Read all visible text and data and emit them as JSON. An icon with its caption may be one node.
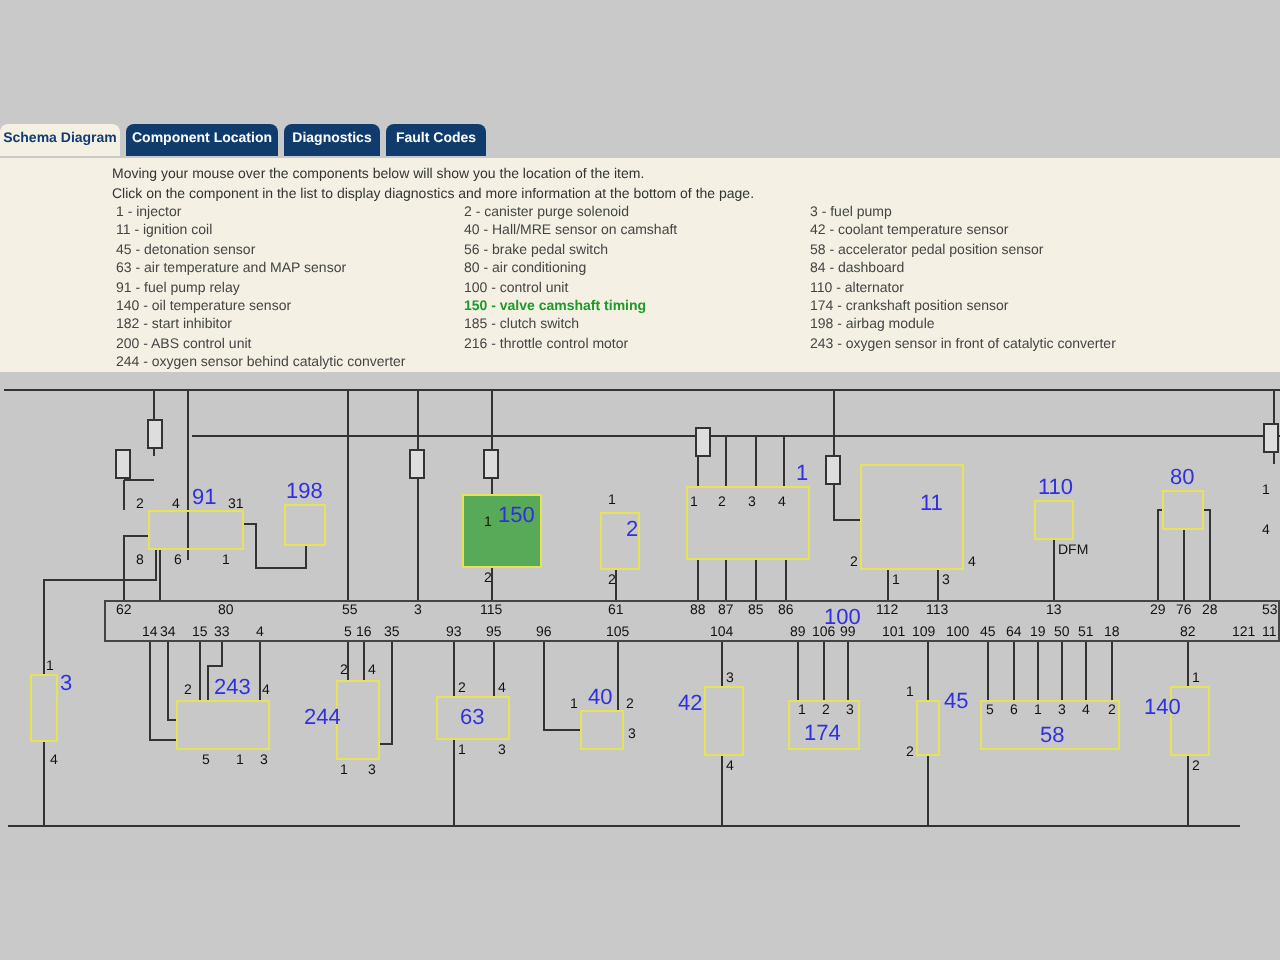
{
  "diagram": {
    "nodes": [
      {
        "text": [
          "91"
        ],
        "beside": [
          "2",
          "4",
          "31",
          "8",
          "6",
          "1"
        ]
      },
      {
        "text": [
          "198"
        ]
      },
      {
        "text": [
          "1",
          "150"
        ],
        "beside": [
          "2"
        ]
      },
      {
        "text": [
          "2"
        ],
        "beside": [
          "1",
          "2"
        ]
      },
      {
        "text": [
          "1",
          "1",
          "2",
          "3",
          "4"
        ]
      },
      {
        "text": [
          "11"
        ],
        "beside": [
          "2",
          "4",
          "1",
          "3"
        ]
      },
      {
        "text": [
          "110"
        ],
        "beside": [
          "DFM"
        ]
      },
      {
        "text": [
          "80"
        ]
      },
      {
        "text": [
          "100",
          "62",
          "80",
          "55",
          "3",
          "115",
          "61",
          "88",
          "87",
          "85",
          "86",
          "112",
          "113",
          "13",
          "29",
          "76",
          "28",
          "53",
          "14",
          "34",
          "15",
          "33",
          "4",
          "5",
          "16",
          "35",
          "93",
          "95",
          "96",
          "105",
          "104",
          "89",
          "106",
          "99",
          "101",
          "109",
          "100",
          "45",
          "64",
          "19",
          "50",
          "51",
          "18",
          "82",
          "121",
          "11"
        ]
      },
      {
        "text": [
          "3"
        ],
        "beside": [
          "1",
          "4"
        ]
      },
      {
        "text": [
          "243"
        ],
        "beside": [
          "2",
          "4",
          "5",
          "1",
          "3"
        ]
      },
      {
        "text": [
          "244"
        ],
        "beside": [
          "2",
          "4",
          "1",
          "3"
        ]
      },
      {
        "text": [
          "63"
        ],
        "beside": [
          "2",
          "4",
          "1",
          "3"
        ]
      },
      {
        "text": [
          "40"
        ],
        "beside": [
          "1",
          "2",
          "3"
        ]
      },
      {
        "text": [
          "42"
        ],
        "beside": [
          "3",
          "4"
        ]
      },
      {
        "text": [
          "174",
          "1",
          "2",
          "3"
        ]
      },
      {
        "text": [
          "45"
        ],
        "beside": [
          "1",
          "2"
        ]
      },
      {
        "text": [
          "58",
          "5",
          "6",
          "1",
          "3",
          "4",
          "2"
        ]
      },
      {
        "text": [
          "140"
        ],
        "beside": [
          "1",
          "2"
        ]
      }
    ],
    "edges": [
      {
        "from": 0,
        "to": 8,
        "arrow": "none"
      },
      {
        "from": 0,
        "to": 8,
        "arrow": "none"
      },
      {
        "from": 1,
        "to": 0,
        "arrow": "none"
      },
      {
        "from": 0,
        "to": 9,
        "arrow": "none"
      },
      {
        "from": 2,
        "to": 8,
        "arrow": "none"
      },
      {
        "from": 3,
        "to": 8,
        "arrow": "none"
      },
      {
        "from": 4,
        "to": 8,
        "arrow": "none"
      },
      {
        "from": 4,
        "to": 8,
        "arrow": "none"
      },
      {
        "from": 4,
        "to": 8,
        "arrow": "none"
      },
      {
        "from": 4,
        "to": 8,
        "arrow": "none"
      },
      {
        "from": 5,
        "to": 8,
        "arrow": "none"
      },
      {
        "from": 5,
        "to": 8,
        "arrow": "none"
      },
      {
        "from": 6,
        "to": 8,
        "arrow": "none"
      },
      {
        "from": 7,
        "to": 8,
        "arrow": "none"
      },
      {
        "from": 7,
        "to": 8,
        "arrow": "none"
      },
      {
        "from": 7,
        "to": 8,
        "arrow": "none"
      },
      {
        "from": 10,
        "to": 8,
        "arrow": "none"
      },
      {
        "from": 10,
        "to": 8,
        "arrow": "none"
      },
      {
        "from": 10,
        "to": 8,
        "arrow": "none"
      },
      {
        "from": 10,
        "to": 8,
        "arrow": "none"
      },
      {
        "from": 10,
        "to": 8,
        "arrow": "none"
      },
      {
        "from": 11,
        "to": 8,
        "arrow": "none"
      },
      {
        "from": 11,
        "to": 8,
        "arrow": "none"
      },
      {
        "from": 11,
        "to": 8,
        "arrow": "none"
      },
      {
        "from": 12,
        "to": 8,
        "arrow": "none"
      },
      {
        "from": 12,
        "to": 8,
        "arrow": "none"
      },
      {
        "from": 13,
        "to": 8,
        "arrow": "none"
      },
      {
        "from": 13,
        "to": 8,
        "arrow": "none"
      },
      {
        "from": 14,
        "to": 8,
        "arrow": "none"
      },
      {
        "from": 15,
        "to": 8,
        "arrow": "none"
      },
      {
        "from": 15,
        "to": 8,
        "arrow": "none"
      },
      {
        "from": 15,
        "to": 8,
        "arrow": "none"
      },
      {
        "from": 16,
        "to": 8,
        "arrow": "none"
      },
      {
        "from": 17,
        "to": 8,
        "arrow": "none"
      },
      {
        "from": 17,
        "to": 8,
        "arrow": "none"
      },
      {
        "from": 17,
        "to": 8,
        "arrow": "none"
      },
      {
        "from": 17,
        "to": 8,
        "arrow": "none"
      },
      {
        "from": 17,
        "to": 8,
        "arrow": "none"
      },
      {
        "from": 17,
        "to": 8,
        "arrow": "none"
      },
      {
        "from": 18,
        "to": 8,
        "arrow": "none"
      }
    ],
    "labels": [
      "Schema Diagram",
      "Component Location",
      "Diagnostics",
      "Fault Codes",
      "Moving your mouse over the components below will show you the location of the item.",
      "Click on the component in the list to display diagnostics and more information at the bottom of the page.",
      "1 - injector",
      "2 - canister purge solenoid",
      "3 - fuel pump",
      "11 - ignition coil",
      "40 - Hall/MRE sensor on camshaft",
      "42 - coolant temperature sensor",
      "45 - detonation sensor",
      "56 - brake pedal switch",
      "58 - accelerator pedal position sensor",
      "63 - air temperature and MAP sensor",
      "80 - air conditioning",
      "84 - dashboard",
      "91 - fuel pump relay",
      "100 - control unit",
      "110 - alternator",
      "140 - oil temperature sensor",
      "150 - valve camshaft timing",
      "174 - crankshaft position sensor",
      "182 - start inhibitor",
      "185 - clutch switch",
      "198 - airbag module",
      "200 - ABS control unit",
      "216 - throttle control motor",
      "243 - oxygen sensor in front of catalytic converter",
      "244 - oxygen sensor behind catalytic converter",
      "1",
      "4"
    ]
  }
}
